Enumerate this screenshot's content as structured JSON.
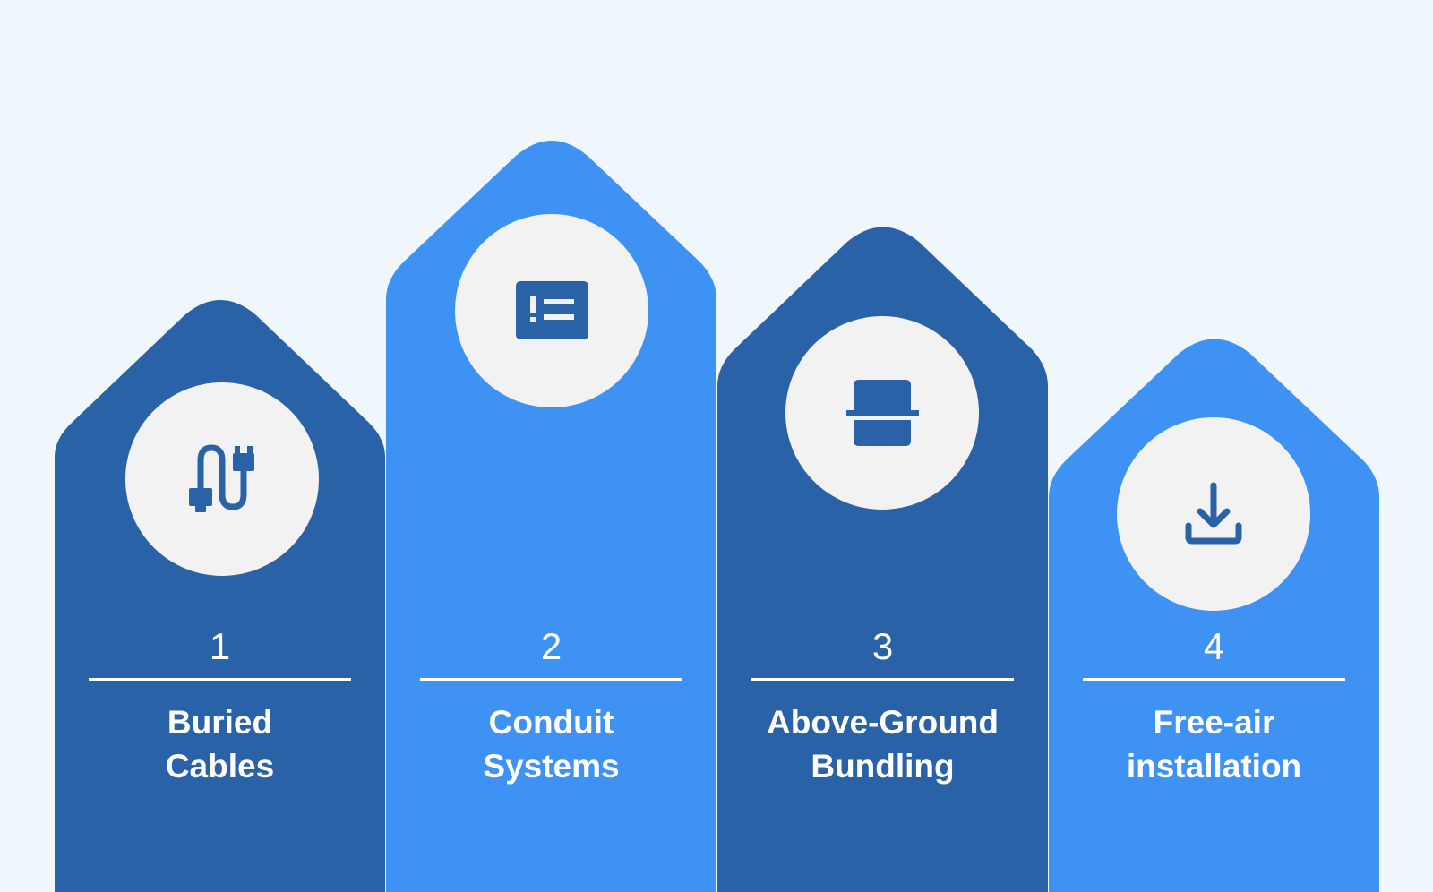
{
  "colors": {
    "background": "#EFF7FD",
    "dark_blue": "#2A62A8",
    "light_blue": "#3E92F4",
    "circle": "#F2F2F2",
    "icon": "#2A62A8",
    "text": "#FFFFFF"
  },
  "steps": [
    {
      "number": "1",
      "label_line1": "Buried",
      "label_line2": "Cables",
      "icon": "cable-plug-icon",
      "tone": "dark_blue"
    },
    {
      "number": "2",
      "label_line1": "Conduit",
      "label_line2": "Systems",
      "icon": "alert-list-icon",
      "tone": "light_blue"
    },
    {
      "number": "3",
      "label_line1": "Above-Ground",
      "label_line2": "Bundling",
      "icon": "bundle-scan-icon",
      "tone": "dark_blue"
    },
    {
      "number": "4",
      "label_line1": "Free-air",
      "label_line2": "installation",
      "icon": "download-tray-icon",
      "tone": "light_blue"
    }
  ]
}
